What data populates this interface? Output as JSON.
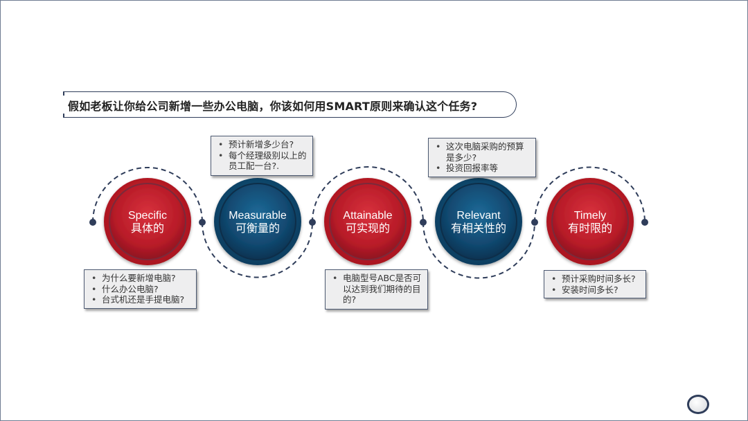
{
  "title": "假如老板让你给公司新增一些办公电脑，你该如何用SMART原则来确认这个任务?",
  "colors": {
    "red": "#c8202e",
    "blue": "#15547e",
    "border": "#2f3d5a",
    "note_bg": "#eeeeef"
  },
  "steps": [
    {
      "en": "Specific",
      "zh": "具体的",
      "color": "red"
    },
    {
      "en": "Measurable",
      "zh": "可衡量的",
      "color": "blue"
    },
    {
      "en": "Attainable",
      "zh": "可实现的",
      "color": "red"
    },
    {
      "en": "Relevant",
      "zh": "有相关性的",
      "color": "blue"
    },
    {
      "en": "Timely",
      "zh": "有时限的",
      "color": "red"
    }
  ],
  "notes": {
    "specific": [
      "为什么要新增电脑?",
      "什么办公电脑?",
      "台式机还是手提电脑?"
    ],
    "measurable": [
      "预计新增多少台?",
      "每个经理级别以上的员工配一台?."
    ],
    "attainable": [
      "电脑型号ABC是否可以达到我们期待的目的?"
    ],
    "relevant": [
      "这次电脑采购的预算是多少?",
      "投资回报率等"
    ],
    "timely": [
      "预计采购时间多长?",
      "安装时间多长?"
    ]
  }
}
